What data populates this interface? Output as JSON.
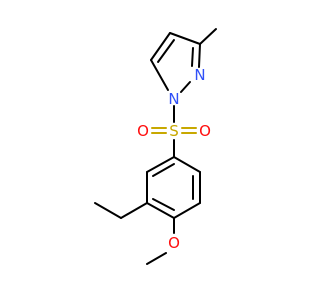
{
  "molecule": {
    "atom_labels": {
      "n1": "N",
      "n2": "N",
      "s": "S",
      "o_left": "O",
      "o_right": "O",
      "o_methoxy": "O"
    },
    "colors": {
      "bond": "#000000",
      "nitrogen": "#3050f8",
      "sulfur": "#c8a800",
      "oxygen": "#ff0d0d",
      "background": "#ffffff"
    }
  }
}
